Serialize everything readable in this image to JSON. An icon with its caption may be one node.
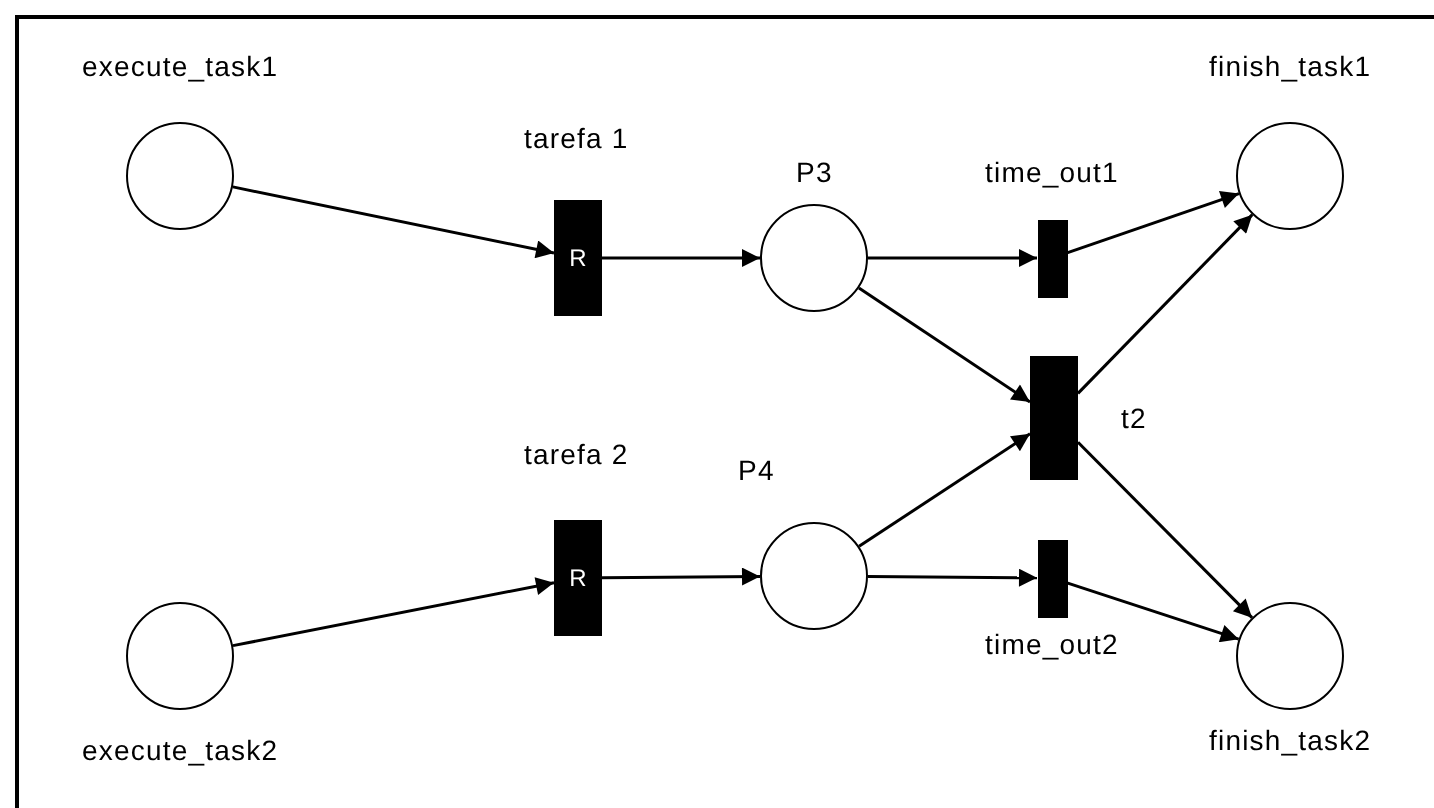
{
  "diagram": {
    "nodes": [
      {
        "text": [],
        "shape": "circle",
        "beside": [
          "execute_task1"
        ]
      },
      {
        "text": [
          "R"
        ],
        "beside": [
          "tarefa 1"
        ]
      },
      {
        "text": [],
        "shape": "circle",
        "beside": [
          "P3"
        ]
      },
      {
        "text": [],
        "shape": "bar",
        "beside": [
          "time_out1"
        ]
      },
      {
        "text": [],
        "shape": "circle",
        "beside": [
          "finish_task1"
        ]
      },
      {
        "text": [],
        "shape": "bar",
        "beside": [
          "t2"
        ]
      },
      {
        "text": [],
        "shape": "circle",
        "beside": [
          "execute_task2"
        ]
      },
      {
        "text": [
          "R"
        ],
        "beside": [
          "tarefa 2"
        ]
      },
      {
        "text": [],
        "shape": "circle",
        "beside": [
          "P4"
        ]
      },
      {
        "text": [],
        "shape": "bar",
        "beside": [
          "time_out2"
        ]
      },
      {
        "text": [],
        "shape": "circle",
        "beside": [
          "finish_task2"
        ]
      }
    ],
    "edges": [
      {
        "from": 0,
        "to": 1,
        "arrow": "to"
      },
      {
        "from": 1,
        "to": 2,
        "arrow": "to"
      },
      {
        "from": 2,
        "to": 3,
        "arrow": "to"
      },
      {
        "from": 3,
        "to": 4,
        "arrow": "to"
      },
      {
        "from": 2,
        "to": 5,
        "arrow": "to"
      },
      {
        "from": 5,
        "to": 4,
        "arrow": "to"
      },
      {
        "from": 6,
        "to": 7,
        "arrow": "to"
      },
      {
        "from": 7,
        "to": 8,
        "arrow": "to"
      },
      {
        "from": 8,
        "to": 5,
        "arrow": "to"
      },
      {
        "from": 8,
        "to": 9,
        "arrow": "to"
      },
      {
        "from": 9,
        "to": 10,
        "arrow": "to"
      },
      {
        "from": 5,
        "to": 10,
        "arrow": "to"
      }
    ]
  }
}
